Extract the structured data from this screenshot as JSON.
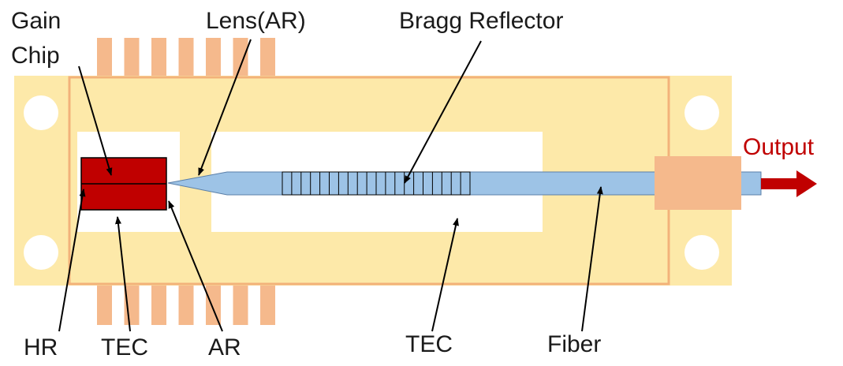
{
  "labels": {
    "gain_chip_line1": "Gain",
    "gain_chip_line2": "Chip",
    "lens": "Lens(AR)",
    "bragg": "Bragg Reflector",
    "output": "Output",
    "hr": "HR",
    "tec_left": "TEC",
    "ar": "AR",
    "tec_right": "TEC",
    "fiber": "Fiber"
  },
  "colors": {
    "package": "#fde9a9",
    "package_border": "#f2b27a",
    "heat_sink_fin": "#f5b98c",
    "gain_chip": "#c00000",
    "fiber": "#9dc3e6",
    "ferrule": "#f5b98c",
    "output_arrow": "#c00000",
    "annotation_line": "#000000"
  },
  "bragg_grating_line_count": 20
}
